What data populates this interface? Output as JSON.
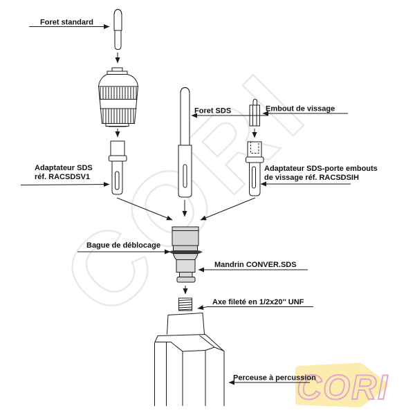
{
  "diagram": {
    "title_implicit": "SDS adapter assembly diagram",
    "labels": {
      "foret_standard": "Foret standard",
      "foret_sds": "Foret SDS",
      "embout_vissage": "Embout de vissage",
      "adaptateur_sds": {
        "line1": "Adaptateur SDS",
        "line2": "réf. RACSDSV1"
      },
      "adaptateur_porte": {
        "line1": "Adaptateur SDS-porte embouts",
        "line2": "de vissage réf. RACSDSIH"
      },
      "bague": "Bague de déblocage",
      "mandrin": "Mandrin CONVER.SDS",
      "axe": "Axe fileté en 1/2x20'' UNF",
      "perceuse": "Perceuse à percussion"
    },
    "watermark_text": "CORI",
    "logo_text": "CORI",
    "colors": {
      "line": "#1a1a1a",
      "part_gray": "#d6d6d6",
      "ring_dark": "#3a3a3a",
      "logo_bg": "#fcecae",
      "logo_stroke": "#e2a6ca",
      "watermark": "#e9e9e9"
    }
  }
}
